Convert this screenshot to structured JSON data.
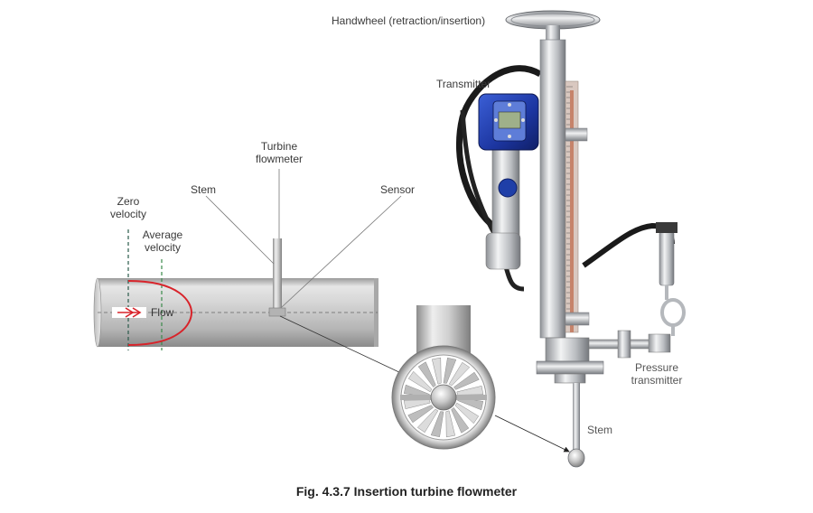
{
  "labels": {
    "handwheel": "Handwheel (retraction/insertion)",
    "transmitter": "Transmitter",
    "turbine_flowmeter_line1": "Turbine",
    "turbine_flowmeter_line2": "flowmeter",
    "stem_left": "Stem",
    "sensor": "Sensor",
    "zero_velocity_line1": "Zero",
    "zero_velocity_line2": "velocity",
    "average_velocity_line1": "Average",
    "average_velocity_line2": "velocity",
    "flow": "Flow",
    "pressure_transmitter_line1": "Pressure",
    "pressure_transmitter_line2": "transmitter",
    "stem_right": "Stem"
  },
  "caption": "Fig. 4.3.7 Insertion turbine flowmeter",
  "colors": {
    "flow_profile": "#d8232a",
    "zero_velocity_line": "#2a5a4a",
    "average_velocity_line": "#3a8a4a",
    "transmitter_body": "#1f3fa8",
    "pipe": "#c9c9c9",
    "steel": "#bfc2c6"
  }
}
